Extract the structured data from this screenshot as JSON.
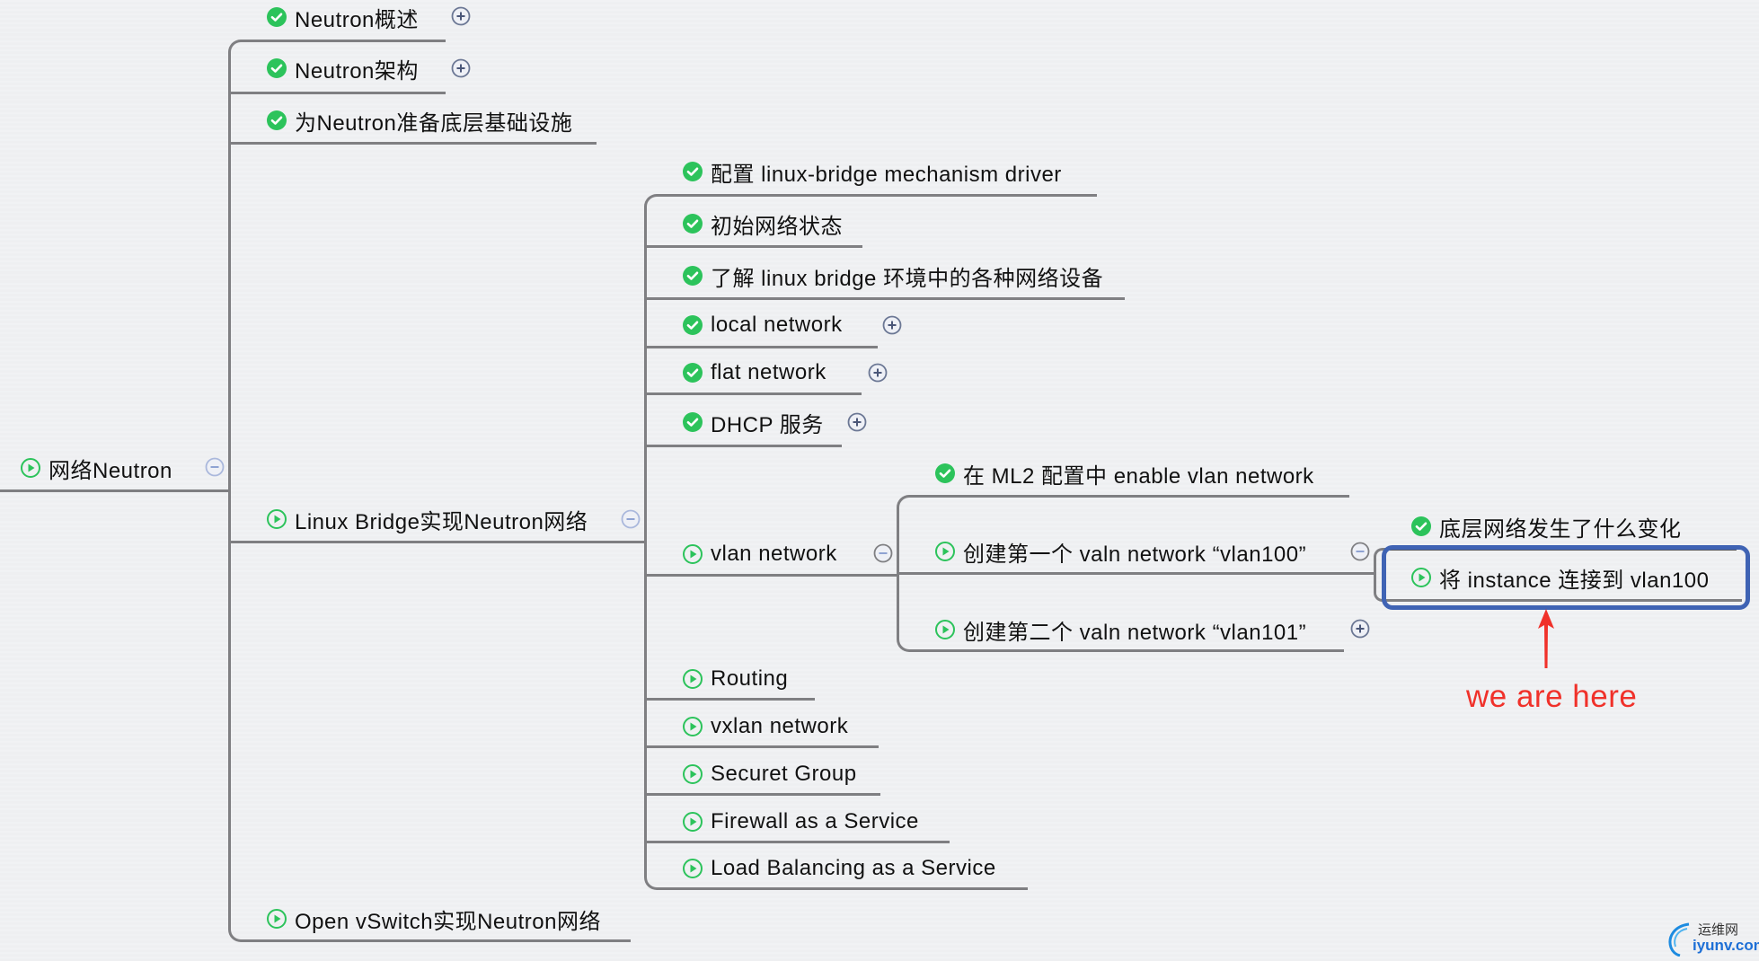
{
  "root": {
    "label": "网络Neutron",
    "status": "in-progress",
    "expanded": true
  },
  "level1": [
    {
      "label": "Neutron概述",
      "status": "done",
      "toggle": "expand"
    },
    {
      "label": "Neutron架构",
      "status": "done",
      "toggle": "expand"
    },
    {
      "label": "为Neutron准备底层基础设施",
      "status": "done",
      "toggle": null
    },
    {
      "label": "Linux Bridge实现Neutron网络",
      "status": "in-progress",
      "toggle": "collapse"
    },
    {
      "label": "Open vSwitch实现Neutron网络",
      "status": "in-progress",
      "toggle": null
    }
  ],
  "linux_bridge_children": [
    {
      "label": "配置 linux-bridge mechanism driver",
      "status": "done",
      "toggle": null
    },
    {
      "label": "初始网络状态",
      "status": "done",
      "toggle": null
    },
    {
      "label": "了解 linux bridge 环境中的各种网络设备",
      "status": "done",
      "toggle": null
    },
    {
      "label": "local network",
      "status": "done",
      "toggle": "expand"
    },
    {
      "label": "flat network",
      "status": "done",
      "toggle": "expand"
    },
    {
      "label": "DHCP 服务",
      "status": "done",
      "toggle": "expand"
    },
    {
      "label": "vlan network",
      "status": "in-progress",
      "toggle": "collapse"
    },
    {
      "label": "Routing",
      "status": "in-progress",
      "toggle": null
    },
    {
      "label": "vxlan network",
      "status": "in-progress",
      "toggle": null
    },
    {
      "label": "Securet Group",
      "status": "in-progress",
      "toggle": null
    },
    {
      "label": "Firewall as a Service",
      "status": "in-progress",
      "toggle": null
    },
    {
      "label": "Load Balancing as a Service",
      "status": "in-progress",
      "toggle": null
    }
  ],
  "vlan_children": [
    {
      "label": "在 ML2 配置中 enable vlan network",
      "status": "done",
      "toggle": null
    },
    {
      "label": "创建第一个 valn network “vlan100”",
      "status": "in-progress",
      "toggle": "collapse"
    },
    {
      "label": "创建第二个 valn network “vlan101”",
      "status": "in-progress",
      "toggle": "expand"
    }
  ],
  "vlan100_children": [
    {
      "label": "底层网络发生了什么变化",
      "status": "done",
      "toggle": null
    },
    {
      "label": "将 instance 连接到 vlan100",
      "status": "in-progress",
      "toggle": null,
      "highlighted": true
    }
  ],
  "annotation": {
    "text": "we are here",
    "color": "#f0312a"
  },
  "watermark": {
    "cn": "运维网",
    "en": "iyunv.com"
  },
  "colors": {
    "done": "#2cc35b",
    "in_progress": "#2cc35b",
    "connector": "#7f7f82",
    "highlight": "#3f63b4",
    "annotation": "#f0312a"
  }
}
